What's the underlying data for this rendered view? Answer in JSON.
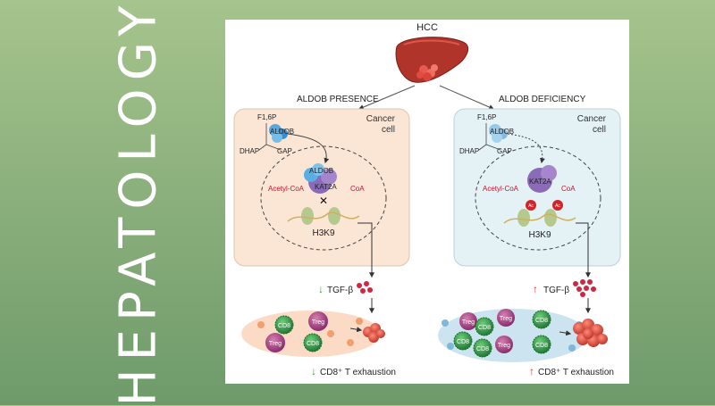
{
  "journal": {
    "name": "HEPATOLOGY"
  },
  "figure": {
    "top_label": "HCC",
    "left": {
      "heading": "ALDOB PRESENCE",
      "cell_label_1": "Cancer",
      "cell_label_2": "cell",
      "f16p": "F1,6P",
      "aldob_outer": "ALDOB",
      "dhap": "DHAP",
      "gap": "GAP",
      "aldob_inner": "ALDOB",
      "kat2a": "KAT2A",
      "acetyl_coa": "Acetyl-CoA",
      "coa": "CoA",
      "block_mark": "✕",
      "h3k9": "H3K9",
      "tgf": "TGF-β",
      "tgf_arrow": "↓",
      "exhaustion_arrow": "↓",
      "exhaustion": "CD8⁺ T exhaustion",
      "cells": [
        "CD8",
        "Treg",
        "Treg",
        "CD8"
      ]
    },
    "right": {
      "heading": "ALDOB DEFICIENCY",
      "cell_label_1": "Cancer",
      "cell_label_2": "cell",
      "f16p": "F1,6P",
      "aldob_outer": "ALDOB",
      "dhap": "DHAP",
      "gap": "GAP",
      "kat2a": "KAT2A",
      "acetyl_coa": "Acetyl-CoA",
      "coa": "CoA",
      "ac1": "Ac",
      "ac2": "Ac",
      "h3k9": "H3K9",
      "tgf": "TGF-β",
      "tgf_arrow": "↑",
      "exhaustion_arrow": "↑",
      "exhaustion": "CD8⁺ T exhaustion",
      "cells": [
        "Treg",
        "CD8",
        "Treg",
        "CD8",
        "CD8",
        "CD8",
        "Treg",
        "CD8"
      ]
    },
    "colors": {
      "left_cell_bg": "#fbe6d6",
      "right_cell_bg": "#e4f1f5",
      "red_label": "#c8102e",
      "green_arrow": "#2e9a3a",
      "red_arrow": "#d0262a"
    }
  }
}
